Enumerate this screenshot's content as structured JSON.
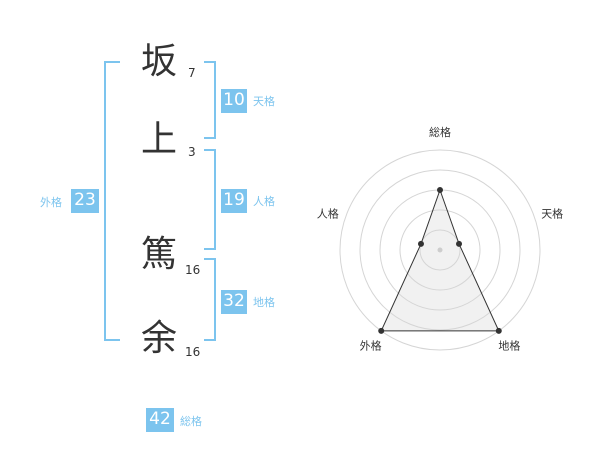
{
  "name_characters": [
    {
      "char": "坂",
      "strokes": "7"
    },
    {
      "char": "上",
      "strokes": "3"
    },
    {
      "char": "篤",
      "strokes": "16"
    },
    {
      "char": "余",
      "strokes": "16"
    }
  ],
  "fortune": {
    "tenkaku": {
      "value": "10",
      "label": "天格"
    },
    "jinkaku": {
      "value": "19",
      "label": "人格"
    },
    "chikaku": {
      "value": "32",
      "label": "地格"
    },
    "gaikaku": {
      "value": "23",
      "label": "外格"
    },
    "soukaku": {
      "value": "42",
      "label": "総格"
    }
  },
  "colors": {
    "accent": "#7cc4ee",
    "text": "#333333"
  },
  "chart_data": {
    "type": "radar",
    "categories": [
      "総格",
      "天格",
      "地格",
      "外格",
      "人格"
    ],
    "values": [
      3,
      1,
      5,
      5,
      1
    ],
    "rmax": 5,
    "rings": 5
  }
}
